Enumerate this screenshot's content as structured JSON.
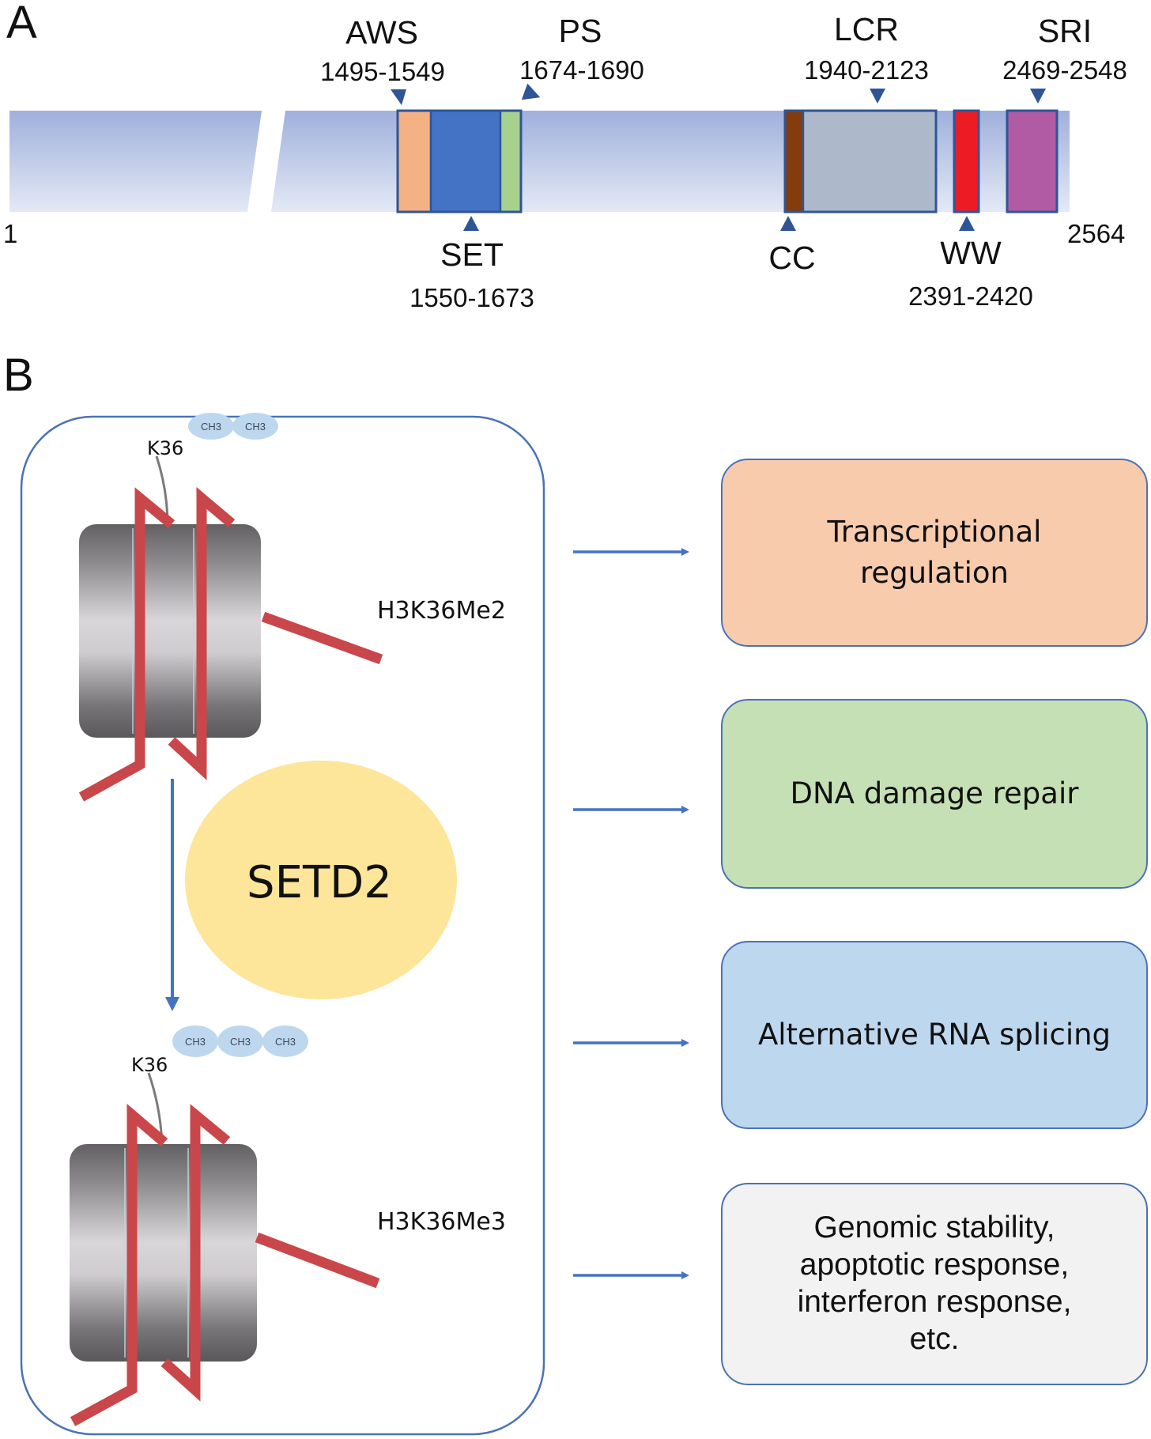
{
  "panel_a": {
    "label": "A",
    "start_residue": "1",
    "end_residue": "2564",
    "domains": [
      {
        "name": "AWS",
        "range": "1495-1549",
        "color": "#f4b183"
      },
      {
        "name": "SET",
        "range": "1550-1673",
        "color": "#4472c4"
      },
      {
        "name": "PS",
        "range": "1674-1690",
        "color": "#a9d18e"
      },
      {
        "name": "CC",
        "range": "",
        "color": "#843c0c"
      },
      {
        "name": "LCR",
        "range": "1940-2123",
        "color": "#adb9ca"
      },
      {
        "name": "WW",
        "range": "2391-2420",
        "color": "#ed1c24"
      },
      {
        "name": "SRI",
        "range": "2469-2548",
        "color": "#b05ba3"
      }
    ]
  },
  "panel_b": {
    "label": "B",
    "top_nucleosome": {
      "residue": "K36",
      "methyl_groups": [
        "CH3",
        "CH3"
      ],
      "state": "H3K36Me2"
    },
    "enzyme": "SETD2",
    "bottom_nucleosome": {
      "residue": "K36",
      "methyl_groups": [
        "CH3",
        "CH3",
        "CH3"
      ],
      "state": "H3K36Me3"
    },
    "functions": [
      {
        "label": "Transcriptional\nregulation",
        "color": "#f8cbad"
      },
      {
        "label": "DNA damage repair",
        "color": "#c5e0b4"
      },
      {
        "label": "Alternative RNA splicing",
        "color": "#bdd7ee"
      },
      {
        "label": "Genomic stability,\napoptotic response,\ninterferon response,\netc.",
        "color": "#f2f2f2"
      }
    ]
  },
  "colors": {
    "accent_blue": "#4472c4",
    "border_blue": "#2f5597",
    "dna_red": "#c9474a",
    "setd2_yellow": "#fde699",
    "methyl_blue": "#bdd7ee"
  }
}
